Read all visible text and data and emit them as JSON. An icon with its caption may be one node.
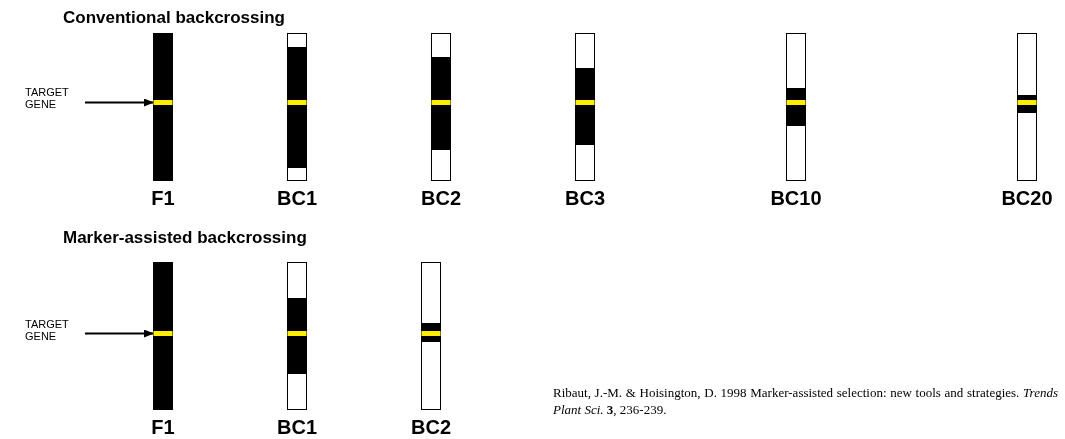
{
  "diagram": {
    "nodes": [
      {
        "text": [
          "TARGET GENE"
        ]
      },
      {
        "text": [
          "F1"
        ]
      },
      {
        "text": [
          "BC1"
        ]
      },
      {
        "text": [
          "BC2"
        ]
      },
      {
        "text": [
          "BC3"
        ]
      },
      {
        "text": [
          "BC10"
        ]
      },
      {
        "text": [
          "BC20"
        ]
      },
      {
        "text": [
          "TARGET GENE"
        ]
      },
      {
        "text": [
          "F1"
        ]
      },
      {
        "text": [
          "BC1"
        ]
      },
      {
        "text": [
          "BC2"
        ]
      }
    ],
    "edges": [
      {
        "from": 0,
        "to": 1,
        "arrow": "to"
      },
      {
        "from": 7,
        "to": 8,
        "arrow": "to"
      }
    ],
    "labels": [
      "Conventional backcrossing",
      "Marker-assisted backcrossing",
      "Ribaut, J.-M. & Hoisington, D. 1998 Marker-assisted selection: new tools and strategies. *Trends Plant Sci.* **3**, 236-239."
    ]
  }
}
